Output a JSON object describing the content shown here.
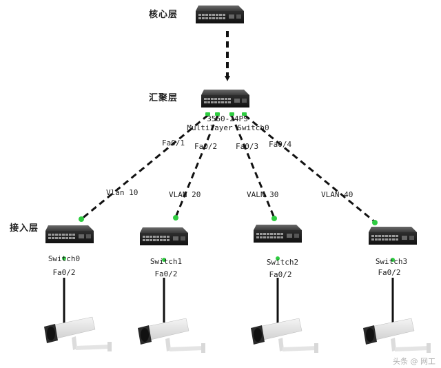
{
  "layers": {
    "core": "核心层",
    "aggregation": "汇聚层",
    "access": "接入层"
  },
  "multilayer_switch": {
    "model": "3560-24PS",
    "name": "Multilayer Switch0"
  },
  "uplink_ports": [
    "Fa0/1",
    "Fa0/2",
    "Fa0/3",
    "Fa0/4"
  ],
  "vlans": [
    "Vlan 10",
    "VLAN 20",
    "VALN 30",
    "VLAN 40"
  ],
  "access_switches": [
    {
      "name": "Switch0",
      "port": "Fa0/2"
    },
    {
      "name": "Switch1",
      "port": "Fa0/2"
    },
    {
      "name": "Switch2",
      "port": "Fa0/2"
    },
    {
      "name": "Switch3",
      "port": "Fa0/2"
    }
  ],
  "colors": {
    "link": "#111111",
    "port_indicator": "#2ecc40",
    "switch_body": "#2b2b2b"
  },
  "watermark": "头条 @ 网工"
}
